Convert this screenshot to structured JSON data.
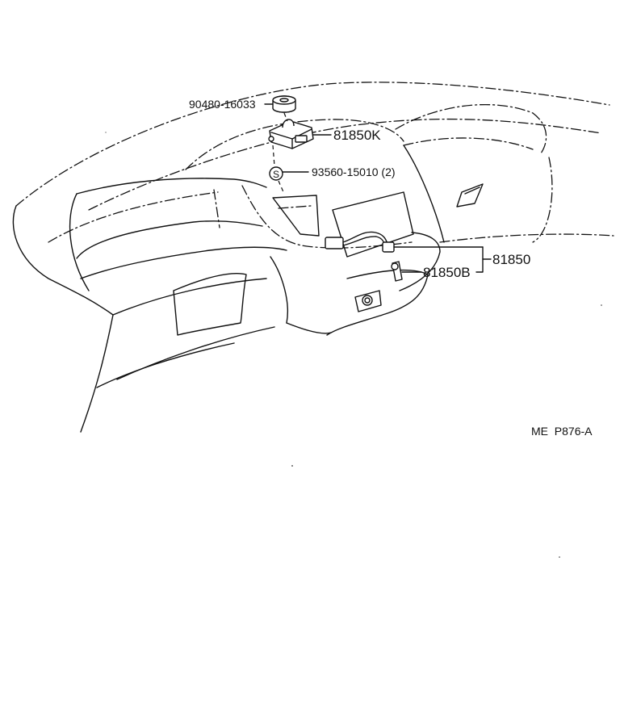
{
  "labels": {
    "grommet": "90480-16033",
    "sensor_unit": "81850K",
    "screw": "93560-15010 (2)",
    "lamp_assembly": "81850",
    "bulb": "81850B",
    "screw_symbol": "S"
  },
  "figure_code": "ME  P876-A"
}
